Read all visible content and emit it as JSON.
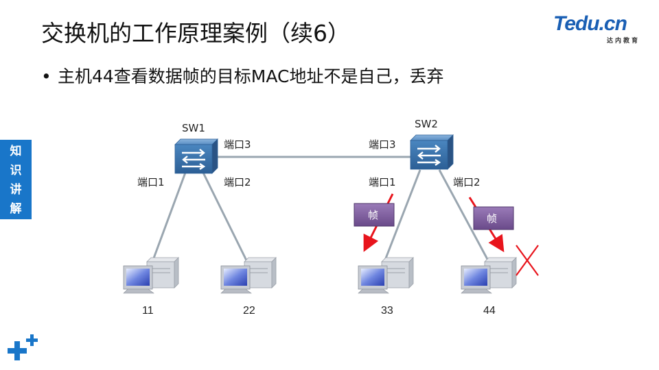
{
  "slide": {
    "title": "交换机的工作原理案例（续6）",
    "bullet": "主机44查看数据帧的目标MAC地址不是自己，丢弃",
    "logo": {
      "text": "Tedu.cn",
      "subtitle": "达内教育"
    },
    "side_tab": [
      "知",
      "识",
      "讲",
      "解"
    ]
  },
  "diagram": {
    "switches": [
      {
        "name": "SW1",
        "ports": {
          "p3": "端口3",
          "p1": "端口1",
          "p2": "端口2"
        }
      },
      {
        "name": "SW2",
        "ports": {
          "p3": "端口3",
          "p1": "端口1",
          "p2": "端口2"
        }
      }
    ],
    "hosts": [
      "11",
      "22",
      "33",
      "44"
    ],
    "frames": [
      "帧",
      "帧"
    ],
    "colors": {
      "switch_blue": "#3f7fb8",
      "cable": "#9aa6b0",
      "frame_box": "#7b5a9a",
      "arrow_red": "#e8141c",
      "accent": "#1976c9"
    },
    "discard_mark": "red-x-icon"
  }
}
